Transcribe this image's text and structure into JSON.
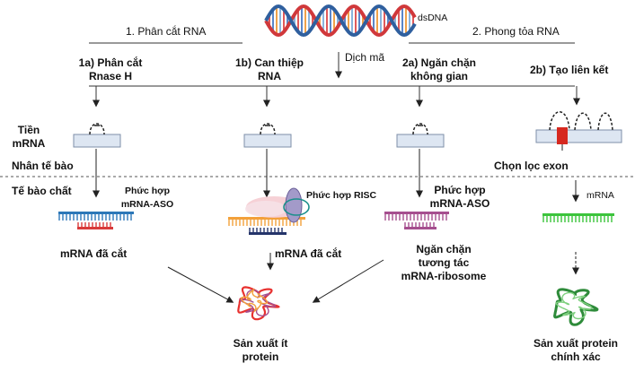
{
  "top": {
    "dsdna_label": "dsDNA",
    "branch_left": "1. Phân cắt RNA",
    "branch_right": "2. Phong tỏa RNA",
    "transcription": "Dịch mã"
  },
  "mechanisms": {
    "m1a": [
      "1a) Phân cắt",
      "Rnase H"
    ],
    "m1b": [
      "1b) Can thiệp",
      "RNA"
    ],
    "m2a": [
      "2a) Ngăn chặn",
      "không gian"
    ],
    "m2b": "2b) Tạo liên kết"
  },
  "left_labels": {
    "pre_mrna": [
      "Tiền",
      "mRNA"
    ],
    "nucleus": "Nhân tế bào",
    "cytoplasm": "Tế bào chất"
  },
  "complexes": {
    "mrna_aso_1": [
      "Phức hợp",
      "mRNA-ASO"
    ],
    "risc": "Phức hợp  RISC",
    "mrna_aso_2": [
      "Phức hợp",
      "mRNA-ASO"
    ],
    "exon_selection": "Chọn lọc exon",
    "mrna": "mRNA"
  },
  "outcomes": {
    "cut_1": "mRNA đã cắt",
    "cut_2": "mRNA đã cắt",
    "block": [
      "Ngăn chặn",
      "tương tác",
      "mRNA-ribosome"
    ],
    "low_protein": [
      "Sản xuất ít",
      "protein"
    ],
    "precise_protein": [
      "Sản xuất protein",
      "chính xác"
    ]
  },
  "colors": {
    "dna_red": "#d0383b",
    "dna_blue": "#2f5f9e",
    "strand_blue": "#2c77b8",
    "strand_red": "#d93a3a",
    "strand_orange": "#f3a13a",
    "strand_navy": "#24346a",
    "strand_purple": "#a64f8f",
    "strand_green": "#3cc43c",
    "protein_red": "#e8312f",
    "protein_green": "#2e8b3a",
    "risc_purple": "#a39ac9",
    "box_fill": "#dde6f2",
    "box_stroke": "#7e8fa8"
  },
  "icons": [
    "dna-helix-icon",
    "pre-mrna-box-icon",
    "risc-complex-icon",
    "protein-coil-icon"
  ]
}
